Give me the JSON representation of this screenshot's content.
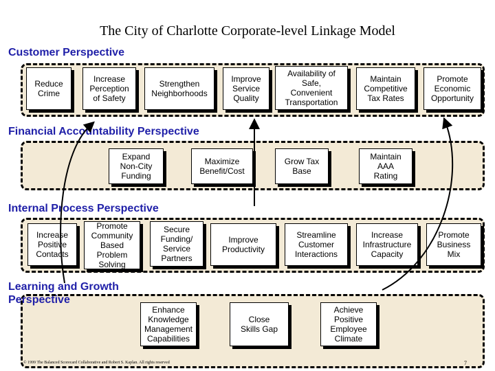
{
  "title": "The City of Charlotte Corporate-level Linkage Model",
  "sections": {
    "customer": "Customer Perspective",
    "financial": "Financial Accountability Perspective",
    "internal": "Internal Process Perspective",
    "learning": "Learning and Growth\nPerspective"
  },
  "customer_boxes": [
    "Reduce\nCrime",
    "Increase\nPerception\nof Safety",
    "Strengthen\nNeighborhoods",
    "Improve\nService\nQuality",
    "Availability of\nSafe,\nConvenient\nTransportation",
    "Maintain\nCompetitive\nTax Rates",
    "Promote\nEconomic\nOpportunity"
  ],
  "financial_boxes": [
    "Expand\nNon-City\nFunding",
    "Maximize\nBenefit/Cost",
    "Grow Tax\nBase",
    "Maintain\nAAA\nRating"
  ],
  "internal_boxes": [
    "Increase\nPositive\nContacts",
    "Promote\nCommunity\nBased\nProblem\nSolving",
    "Secure\nFunding/\nService\nPartners",
    "Improve\nProductivity",
    "Streamline\nCustomer\nInteractions",
    "Increase\nInfrastructure\nCapacity",
    "Promote\nBusiness\nMix"
  ],
  "learning_boxes": [
    "Enhance\nKnowledge\nManagement\nCapabilities",
    "Close\nSkills Gap",
    "Achieve\nPositive\nEmployee\nClimate"
  ],
  "footer": {
    "copyright": "© 1999 The Balanced Scorecard Collaborative and Robert S. Kaplan. All rights reserved",
    "page_number": "7"
  }
}
